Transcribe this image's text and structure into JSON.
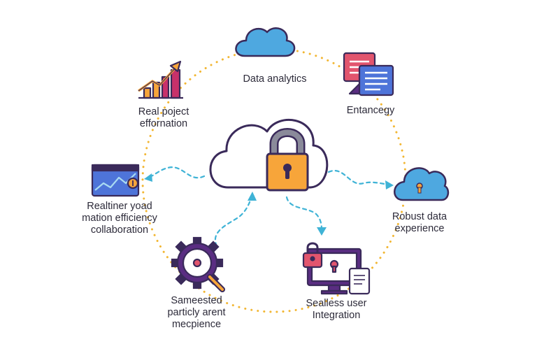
{
  "colors": {
    "ring_dots": "#f2b632",
    "arrows": "#3fb3d6",
    "outline": "#3a2a5a",
    "cloud_blue": "#4ea8e0",
    "lock_orange": "#f7a53a",
    "magenta": "#c8316a",
    "purple": "#5a2d82"
  },
  "labels": {
    "data_analytics": "Data analytics",
    "real_project_1": "Real poject",
    "real_project_2": "effornation",
    "entancegy": "Entancegy",
    "realtime_1": "Realtiner yoad",
    "realtime_2": "mation efficiency",
    "realtime_3": "collaboration",
    "robust_1": "Robust data",
    "robust_2": "experience",
    "sameested_1": "Sameested",
    "sameested_2": "particly arent",
    "sameested_3": "mecpience",
    "seamless_1": "Sealless user",
    "seamless_2": "Integration"
  },
  "icons": {
    "top": "cloud-icon",
    "top_left": "growth-chart-icon",
    "top_right": "documents-icon",
    "left": "browser-chart-icon",
    "right": "cloud-lock-icon",
    "bottom_left": "gear-magnifier-icon",
    "bottom_right": "secure-devices-icon",
    "center": "cloud-padlock-icon"
  }
}
